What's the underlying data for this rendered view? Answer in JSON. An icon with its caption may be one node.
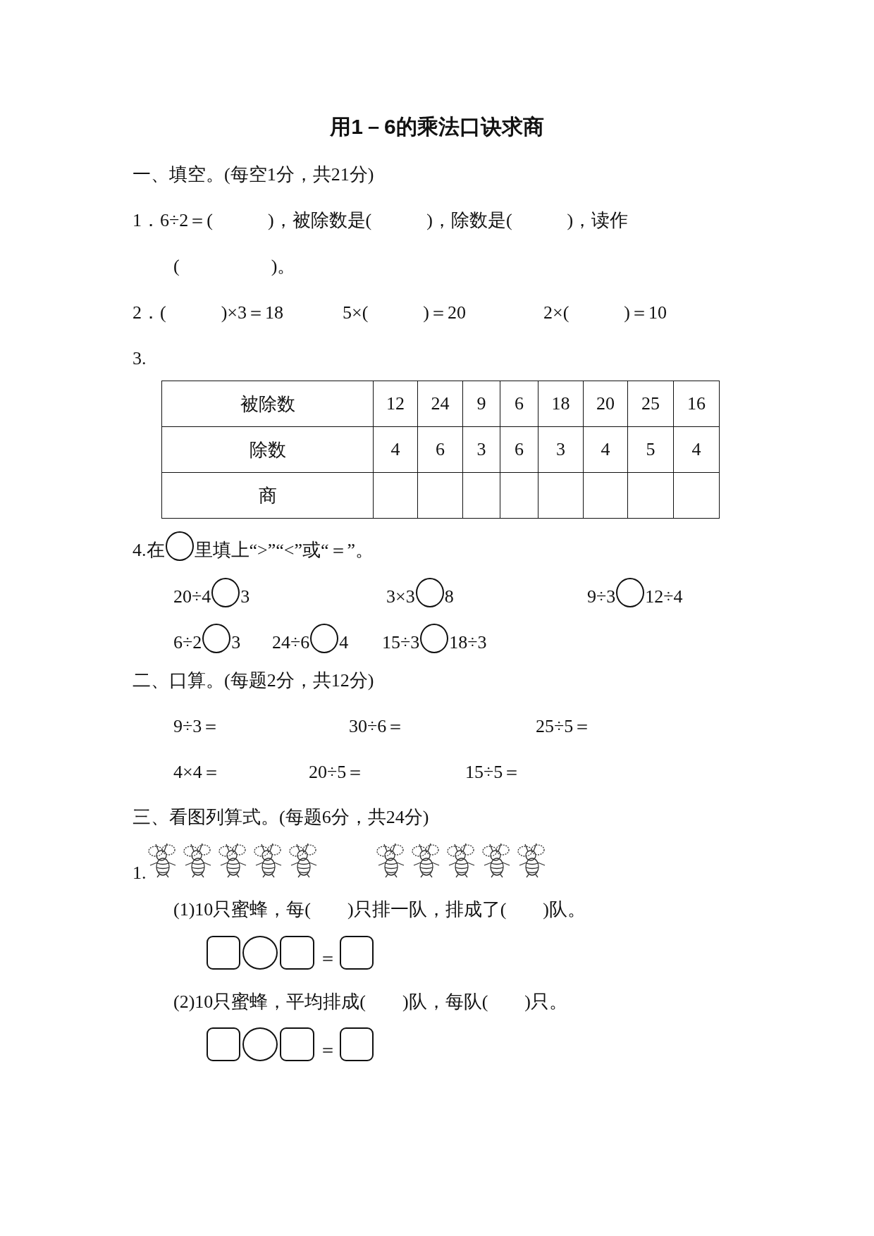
{
  "diagram": {
    "title": "用1－6的乘法口诀求商",
    "labels": [
      "一、填空。(每空1分，共21分)",
      "1．6÷2＝(　　　)，被除数是(　　　)，除数是(　　　)，读作",
      "(　　　　　)。",
      "2．(　　　)×3＝18",
      "5×(　　　)＝20",
      "2×(　　　)＝10",
      "3.",
      "被除数",
      "12",
      "24",
      "9",
      "6",
      "18",
      "20",
      "25",
      "16",
      "除数",
      "4",
      "6",
      "3",
      "6",
      "3",
      "4",
      "5",
      "4",
      "商",
      "4.在",
      "里填上“>”“<”或“＝”。",
      "20÷4",
      "3",
      "3×3",
      "8",
      "9÷3",
      "12÷4",
      "6÷2",
      "3",
      "24÷6",
      "4",
      "15÷3",
      "18÷3",
      "二、口算。(每题2分，共12分)",
      "9÷3＝",
      "30÷6＝",
      "25÷5＝",
      "4×4＝",
      "20÷5＝",
      "15÷5＝",
      "三、看图列算式。(每题6分，共24分)",
      "1.",
      "(1)10只蜜蜂，每(　　)只排一队，排成了(　　)队。",
      "＝",
      "(2)10只蜜蜂，平均排成(　　)队，每队(　　)只。",
      "＝"
    ]
  }
}
